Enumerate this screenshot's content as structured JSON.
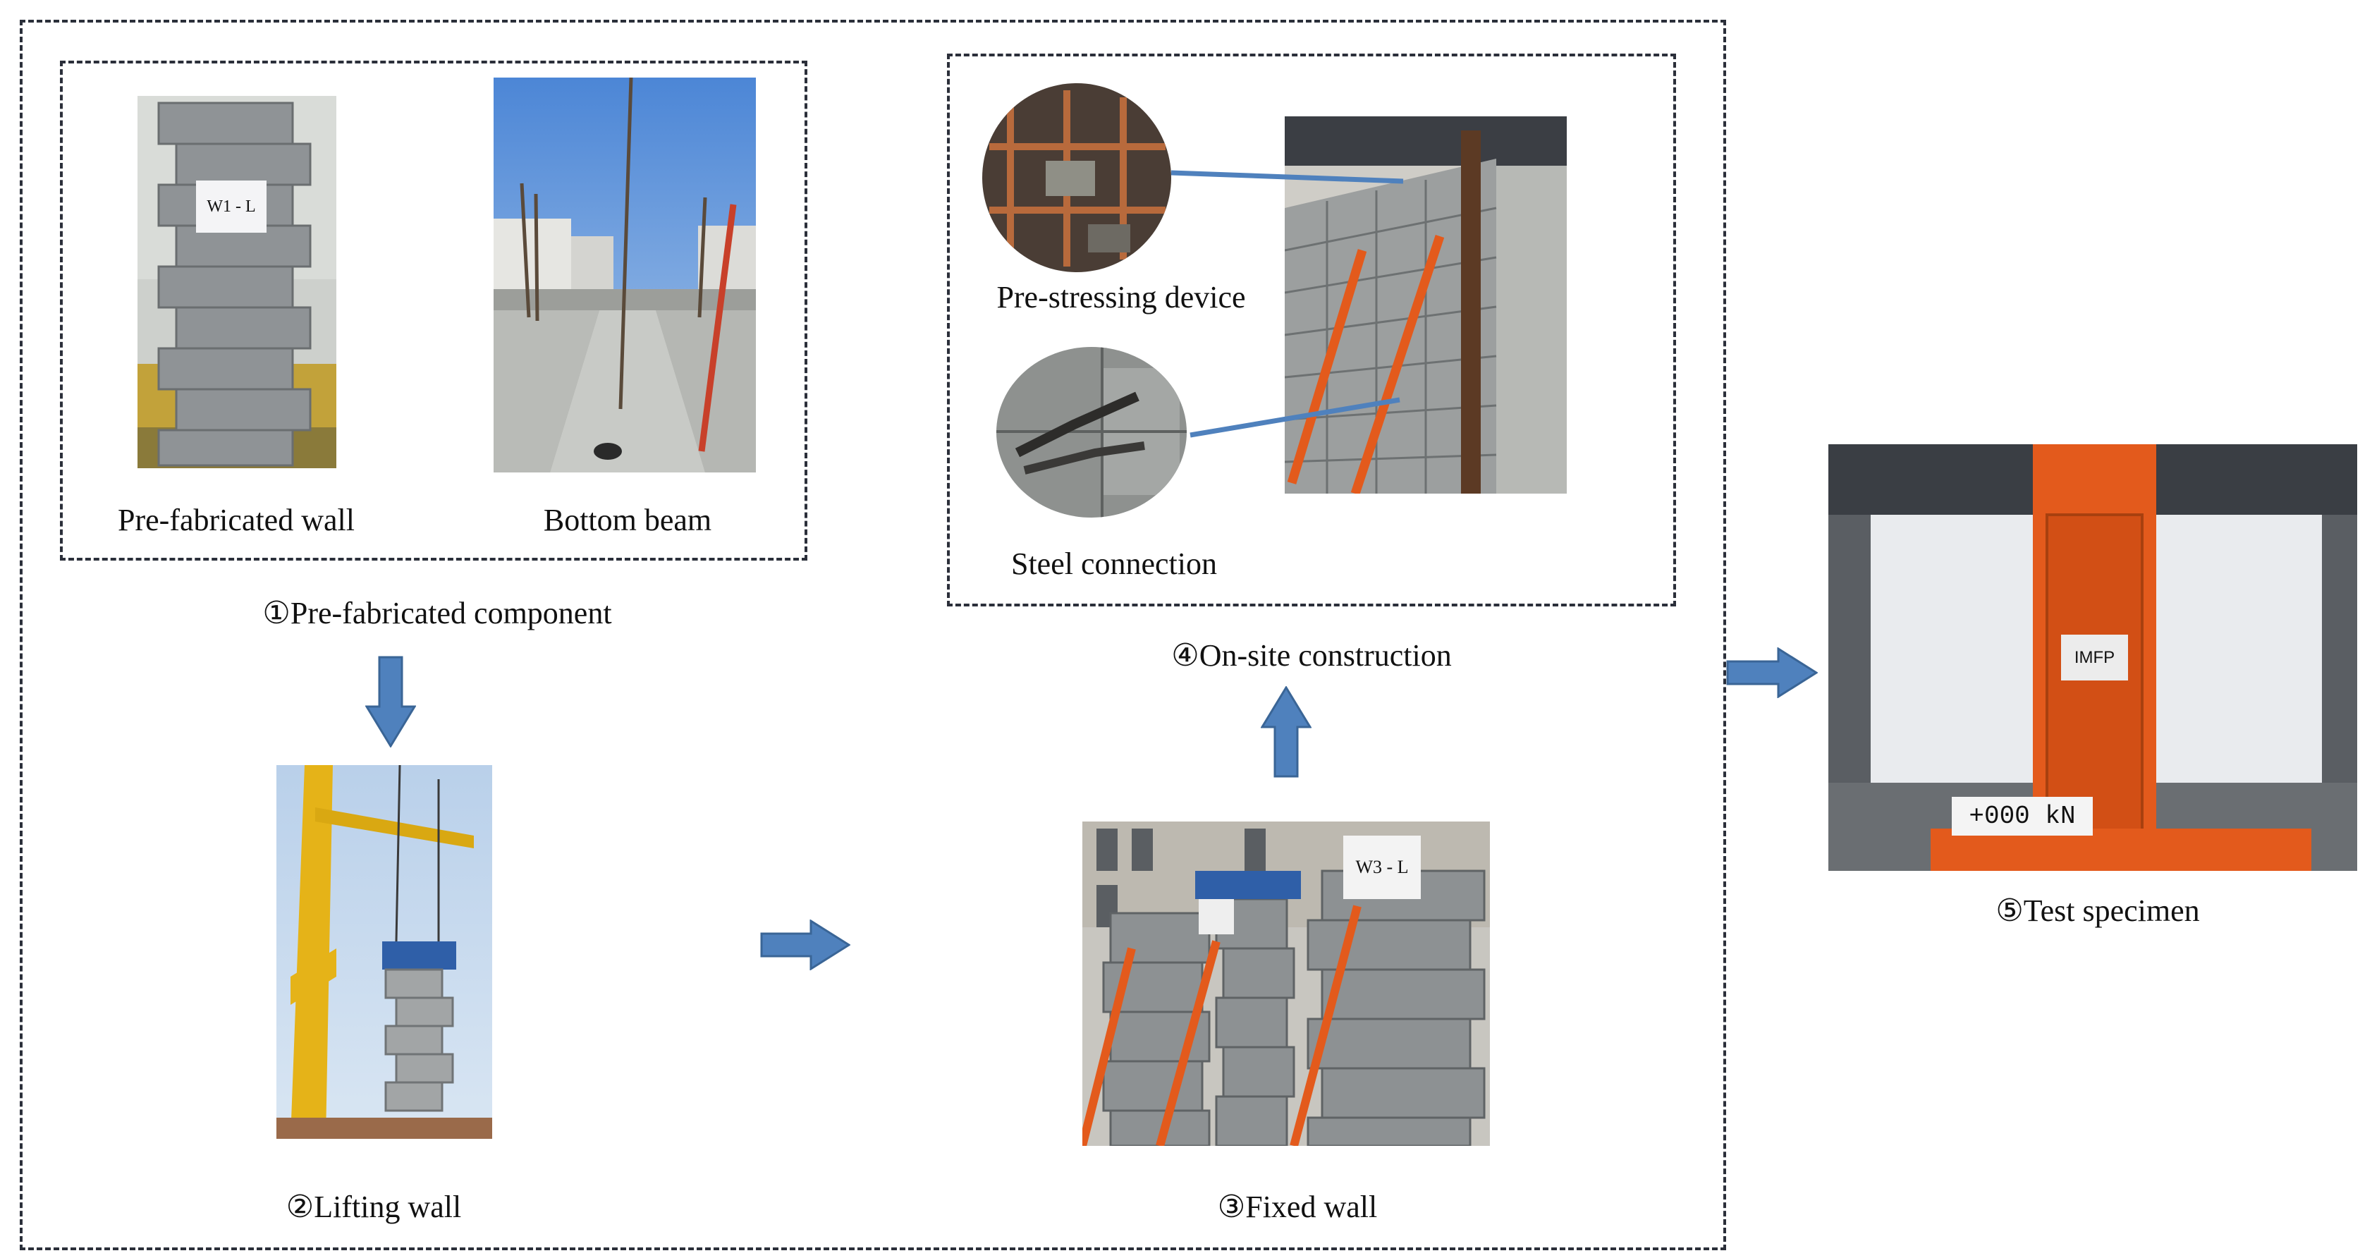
{
  "labels": {
    "prefab_wall": "Pre-fabricated wall",
    "bottom_beam": "Bottom beam",
    "step1": "①Pre-fabricated component",
    "step2": "②Lifting wall",
    "step3": "③Fixed wall",
    "step4": "④On-site construction",
    "step5": "⑤Test specimen",
    "prestress_device": "Pre-stressing device",
    "steel_connection": "Steel connection"
  },
  "photo_text": {
    "wall_tag_w1": "W1 - L",
    "wall_tag_w3": "W3 - L",
    "specimen_tag": "IMFP",
    "load_display": "+000 kN"
  },
  "colors": {
    "arrow_fill": "#4f81bd",
    "arrow_stroke": "#3a6596",
    "dashed_border": "#2b2f3a",
    "steel_orange": "#e35a1c",
    "block_gray": "#8f9396",
    "sky_blue": "#6a9fd8"
  }
}
